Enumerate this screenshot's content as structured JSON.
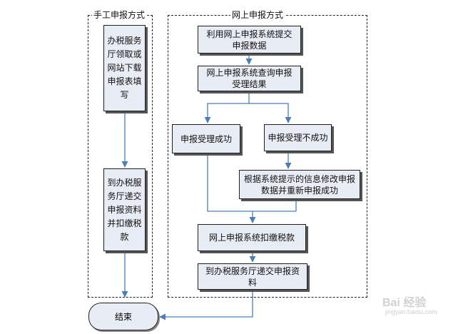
{
  "manual": {
    "title": "手工申报方式",
    "step1": "办税服务厅领取或网站下载申报表填写",
    "step2": "到办税服务厅递交申报资料并扣缴税款"
  },
  "online": {
    "title": "网上申报方式",
    "submit": "利用网上申报系统提交申报数据",
    "query": "网上申报系统查询申报受理结果",
    "success": "申报受理成功",
    "fail": "申报受理不成功",
    "modify": "根据系统提示的信息修改申报数据并重新申报成功",
    "deduct": "网上申报系统扣缴税款",
    "deliver": "到办税服务厅递交申报资料"
  },
  "end": "结束",
  "watermark": {
    "brand": "Bai 经验",
    "url": "jingyan.baidu.com"
  },
  "colors": {
    "box_fill": "#e8ecf4",
    "arrow": "#4a7ebb",
    "border": "#1f1f1f"
  }
}
